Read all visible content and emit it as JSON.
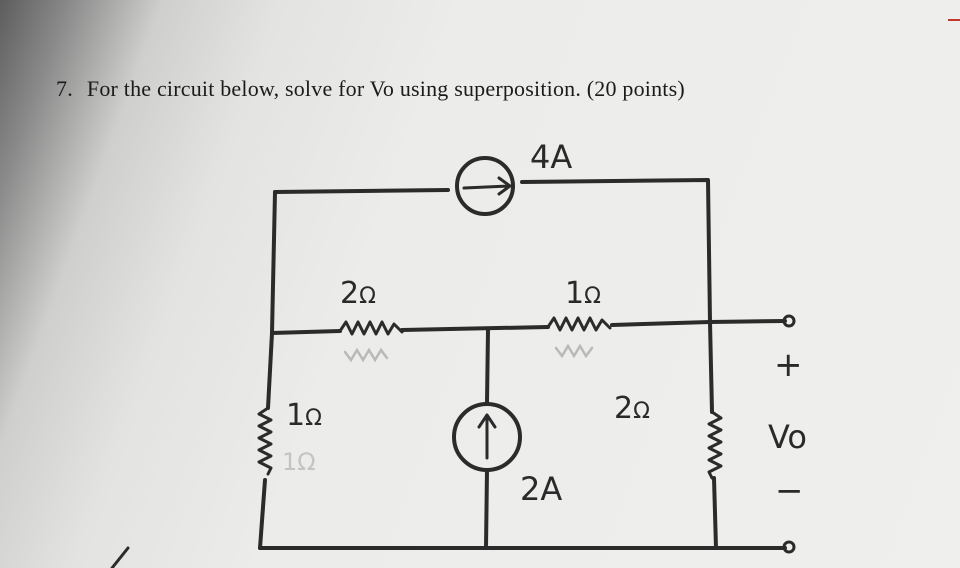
{
  "problem": {
    "number": "7.",
    "text": "For the circuit below, solve for Vo using superposition. (20 points)"
  },
  "circuit": {
    "sources": {
      "current_4a": {
        "label": "4A"
      },
      "current_2a": {
        "label": "2A"
      }
    },
    "resistors": {
      "r_top_left": {
        "label": "2",
        "unit": "Ω"
      },
      "r_top_right": {
        "label": "1",
        "unit": "Ω"
      },
      "r_left": {
        "label": "1",
        "unit": "Ω"
      },
      "r_right": {
        "label": "2",
        "unit": "Ω"
      }
    },
    "output": {
      "plus": "+",
      "label": "Vo",
      "minus": "−"
    }
  },
  "colors": {
    "ink": "#2b2b2b",
    "paper": "#ececea"
  }
}
